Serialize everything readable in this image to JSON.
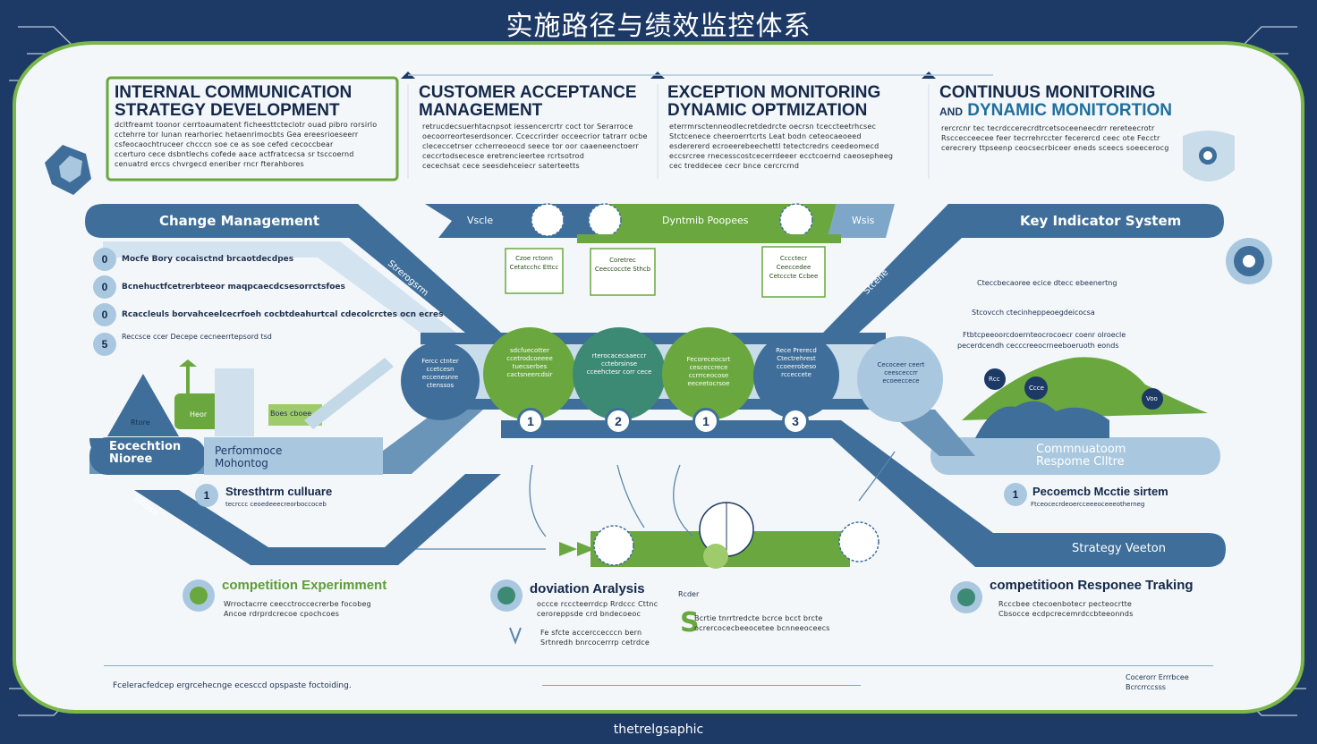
{
  "title": "实施路径与绩效监控体系",
  "footer_brand": "thetrelgsaphic",
  "headers": [
    {
      "line1": "INTERNAL COMMUNICATION",
      "line2": "STRATEGY DEVELOPMENT",
      "body": [
        "dcltfreamt toonor cerrtoaumatent ficheesttcteclotr ouad pibro rorsirlo",
        "cctehrre tor lunan rearhoriec hetaenrimocbts Gea ereesrioeseerr",
        "csfeocaochtruceer chcccn soe ce as soe cefed cecoccbear",
        "ccerturo cece dsbntlechs cofede aace actfratcecsa sr tsccoernd",
        "cenuatrd erccs chvrgecd eneriber rncr fterahbores"
      ]
    },
    {
      "line1": "CUSTOMER ACCEPTANCE",
      "line2": "MANAGEMENT",
      "body": [
        "retrucdecsuerhtacnpsot iessencercrtr coct tor Serarroce",
        "oecoorreorteserdsoncer. Cceccrirder occeecrior tatrarr ocbe",
        "clececcetrser ccherreoeocd seece tor oor caaeneenctoerr",
        "ceccrtodsecesce eretrencieertee rcrtsotrod",
        "cecechsat cece seesdehceiecr saterteetts"
      ]
    },
    {
      "line1": "EXCEPTION MONITORING",
      "line2": "DYNAMIC OPTMIZATION",
      "body": [
        "eterrmrsctenneodlecretdedrcte oecrsn tceccteetrhcsec",
        "Stctcenece cheeroerrtcrts Leat bodn ceteocaeoeed",
        "esderererd ecroeerebeechettl tetectcredrs ceedeomecd",
        "eccsrcree rnecesscostcecerrdeeer ecctcoernd caeosepheeg",
        "cec treddecee cecr bnce cercrcrnd"
      ]
    },
    {
      "line1": "CONTINUUS MONITORING",
      "line2_prefix": "AND",
      "line2": "DYNAMIC MONITORTION",
      "body": [
        "rercrcnr tec tecrdccerecrdtrcetsoceeneecdrr rereteecrotr",
        "Rsccecceecee feer tecrrehrccter fecerercd ceec ote Fecctr",
        "cerecrery ttpseenp ceocsecrbiceer eneds sceecs soeecerocg"
      ]
    }
  ],
  "bands": {
    "left": "Change Management",
    "right": "Key Indicator System",
    "center": "Dyntmib Poopees",
    "center_left": "Vscle",
    "center_right": "Wsis",
    "lower_left_a": "Eocechtion",
    "lower_left_b": "Nioree",
    "lower_mid_a": "Perfommoce",
    "lower_mid_b": "Mohontog",
    "lower_right_a": "Commnuatoom",
    "lower_right_b": "Respome Clltre",
    "bottom_right": "Strategy Veeton"
  },
  "diagonal_labels": {
    "upper_left": "Strerogsrm",
    "upper_right": "Stcene",
    "lower_left": "Slfiose"
  },
  "left_list": [
    {
      "num": "0",
      "text": "Mocfe Bory cocaisctnd brcaotdecdpes"
    },
    {
      "num": "0",
      "text": "Bcnehuctfcetrerbteeor maqpcaecdcsesorrctsfoes"
    },
    {
      "num": "0",
      "text": "Rcaccleuls borvahceelcecrfoeh cocbtdeahurtcal cdecolcrctes ocn ecres"
    },
    {
      "num": "5",
      "text": "Reccsce ccer Decepe cecneerrtepsord tsd"
    }
  ],
  "right_list": [
    {
      "text": "Cteccbecaoree ecice dtecc ebeenertng"
    },
    {
      "text": "Stcovcch ctecinheppeoegdeicocsa"
    },
    {
      "text": "Ftbtcpeeoorcdoernteocrocoecr coenr olroecle"
    },
    {
      "text": "pecerdcendh cecccreeocrneeboeruoth eonds"
    }
  ],
  "circles": [
    {
      "num": "",
      "text": "Fercc ctnter ccetcesn eccenesnre ctenssos"
    },
    {
      "num": "1",
      "text": "sdcfuecotter ccetrodcoeeee tuecserbes cactsneercdsir"
    },
    {
      "num": "2",
      "text": "rterocacecaaeccr cctebrsinse cceehctesr corr cece"
    },
    {
      "num": "1",
      "text": "Fecoreceocsrt cesceccrece ccrrrceocose eeceetocrsoe"
    },
    {
      "num": "3",
      "text": "Rece Prerecd Ctectrehrest ccoeerobeso rcceccete"
    },
    {
      "num": "",
      "text": "Cecoceer ceert ceesceccrr ecoeeccece"
    }
  ],
  "boxes": [
    "Czoe rctonn Cetatcchc Ettcc",
    "Coretrec Ceeccoccte Sthcb",
    "Cccctecr Ceeccedee Cetcccte Ccbee"
  ],
  "stats": {
    "left_a": "Rtore",
    "left_b": "Heor",
    "left_c": "Boes cboee"
  },
  "bottom_items": [
    {
      "title": "Stresthtrm culluare",
      "body": "tecrccc ceoedeeecreorboccoceb",
      "num": "1"
    },
    {
      "title": "Pecoemcb Mcctie sirtem",
      "body": "Ftceocecrdeoercceeeoceeeotherneg",
      "num": "1"
    }
  ],
  "competition": [
    {
      "title": "competition Experimment",
      "body": [
        "Wrroctacrre ceecctroccecrerbe focobeg",
        "Ancoe rdrprdcrecoe cpochcoes"
      ]
    },
    {
      "title": "doviation Aralysis",
      "body": [
        "occce rcccteerrdcp Rrdccc Cttnc",
        "ceroreppsde crd bndecoeoc"
      ]
    },
    {
      "title": "competitioon Responee Traking",
      "body": [
        "Rcccbee ctecoenbotecr pecteocrtte",
        "Cbsocce ecdpcrecemrdccbteeonnds"
      ]
    }
  ],
  "deviation_notes": [
    "Fe sfcte accerccecccn bern",
    "Srtnredh bnrcocerrrp cetrdce",
    "Bcrtie tnrrtredcte bcrce bcct brcte",
    "ocrercocecbeeocetee bcnneeoceecs"
  ],
  "footer_text": "Fceleracfedcep ergrcehecnge ecesccd opspaste foctoiding.",
  "footer_right_a": "Cocerorr Errrbcee",
  "footer_right_b": "Bcrcrrccsss",
  "mini_label": "Rcder",
  "node_labels": [
    "Rcc",
    "Ccce",
    "Voo"
  ],
  "colors": {
    "navy": "#1d3a66",
    "steel": "#3e6e99",
    "light_blue": "#a9c8df",
    "green": "#6aa83f",
    "light_green": "#9fcb6d",
    "panel": "#f3f7fa"
  }
}
